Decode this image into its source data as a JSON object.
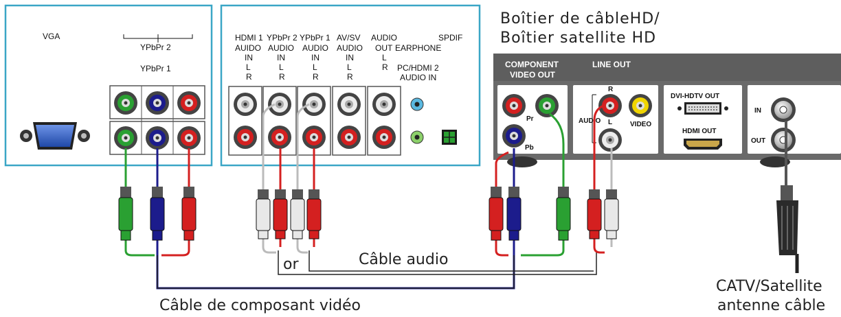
{
  "tv": {
    "left_panel": {
      "vga": "VGA",
      "ypbpr2": "YPbPr 2",
      "ypbpr1": "YPbPr 1"
    },
    "right_panel": {
      "col1": [
        "HDMI 1",
        "AUIDO",
        "IN",
        "L",
        "R"
      ],
      "col2": [
        "YPbPr 2",
        "AUDIO",
        "IN",
        "L",
        "R"
      ],
      "col3": [
        "YPbPr 1",
        "AUDIO",
        "IN",
        "L",
        "R"
      ],
      "col4": [
        "AV/SV",
        "AUDIO",
        "IN",
        "L",
        "R"
      ],
      "col5": [
        "AUDIO",
        "OUT"
      ],
      "l_label": "L",
      "r_label": "R",
      "earphone": "EARPHONE",
      "spdif": "SPDIF",
      "pc_hdmi2": "PC/HDMI 2",
      "audio_in": "AUDIO IN"
    }
  },
  "box": {
    "title_line1": "Boîtier de câbleHD/",
    "title_line2": "Boîtier satellite HD",
    "component_line1": "COMPONENT",
    "component_line2": "VIDEO OUT",
    "line_out": "LINE OUT",
    "pr": "Pr",
    "pb": "Pb",
    "r": "R",
    "l": "L",
    "audio": "AUDIO",
    "video": "VIDEO",
    "dvi": "DVI-HDTV OUT",
    "hdmi": "HDMI OUT",
    "in": "IN",
    "out": "OUT"
  },
  "labels": {
    "or": "or",
    "audio_cable": "Câble audio",
    "component_cable": "Câble de composant vidéo",
    "catv_line1": "CATV/Satellite",
    "catv_line2": "antenne câble"
  },
  "colors": {
    "panel_border": "#3aa6c6",
    "green": "#2aa032",
    "blue": "#1c1c8c",
    "red": "#d42020",
    "white": "#e8e8e8",
    "box": "#5e5e5e",
    "vga_blue": "#2f5fc8"
  },
  "icons": [
    "vga-port-icon",
    "rca-jack-icon",
    "headphone-jack-icon",
    "spdif-optical-icon",
    "dvi-port-icon",
    "hdmi-port-icon",
    "coax-jack-icon",
    "rca-plug-icon",
    "coax-plug-icon"
  ]
}
